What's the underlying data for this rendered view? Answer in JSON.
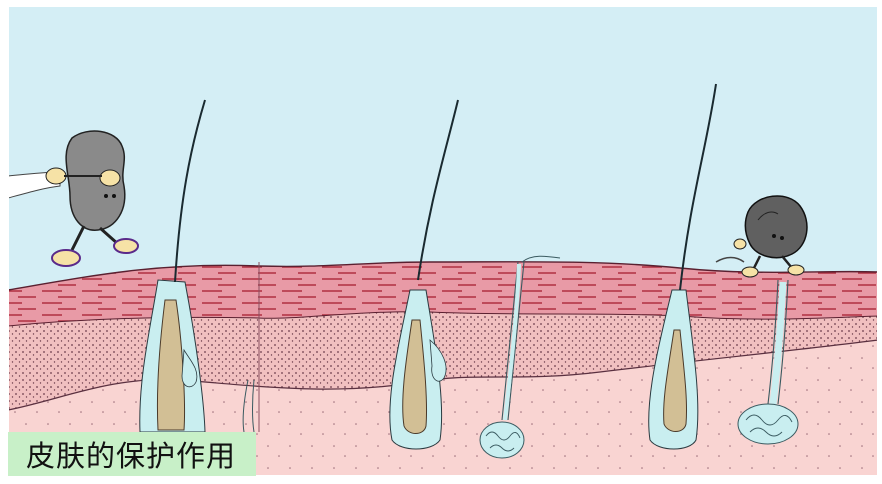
{
  "caption": "皮肤的保护作用",
  "colors": {
    "sky": "#d4eef5",
    "epidermis": "#e89aa6",
    "epidermis_stripe": "#b03040",
    "dermis": "#f4c6c4",
    "deep": "#f9d4d2",
    "follicle": "#c9eef0",
    "hair_root": "#d2bf95",
    "caption_bg": "#c8f0c8"
  },
  "figures": [
    {
      "name": "germ-character-running",
      "color": "#8a8a8a"
    },
    {
      "name": "germ-character-blocked",
      "color": "#606060"
    }
  ]
}
